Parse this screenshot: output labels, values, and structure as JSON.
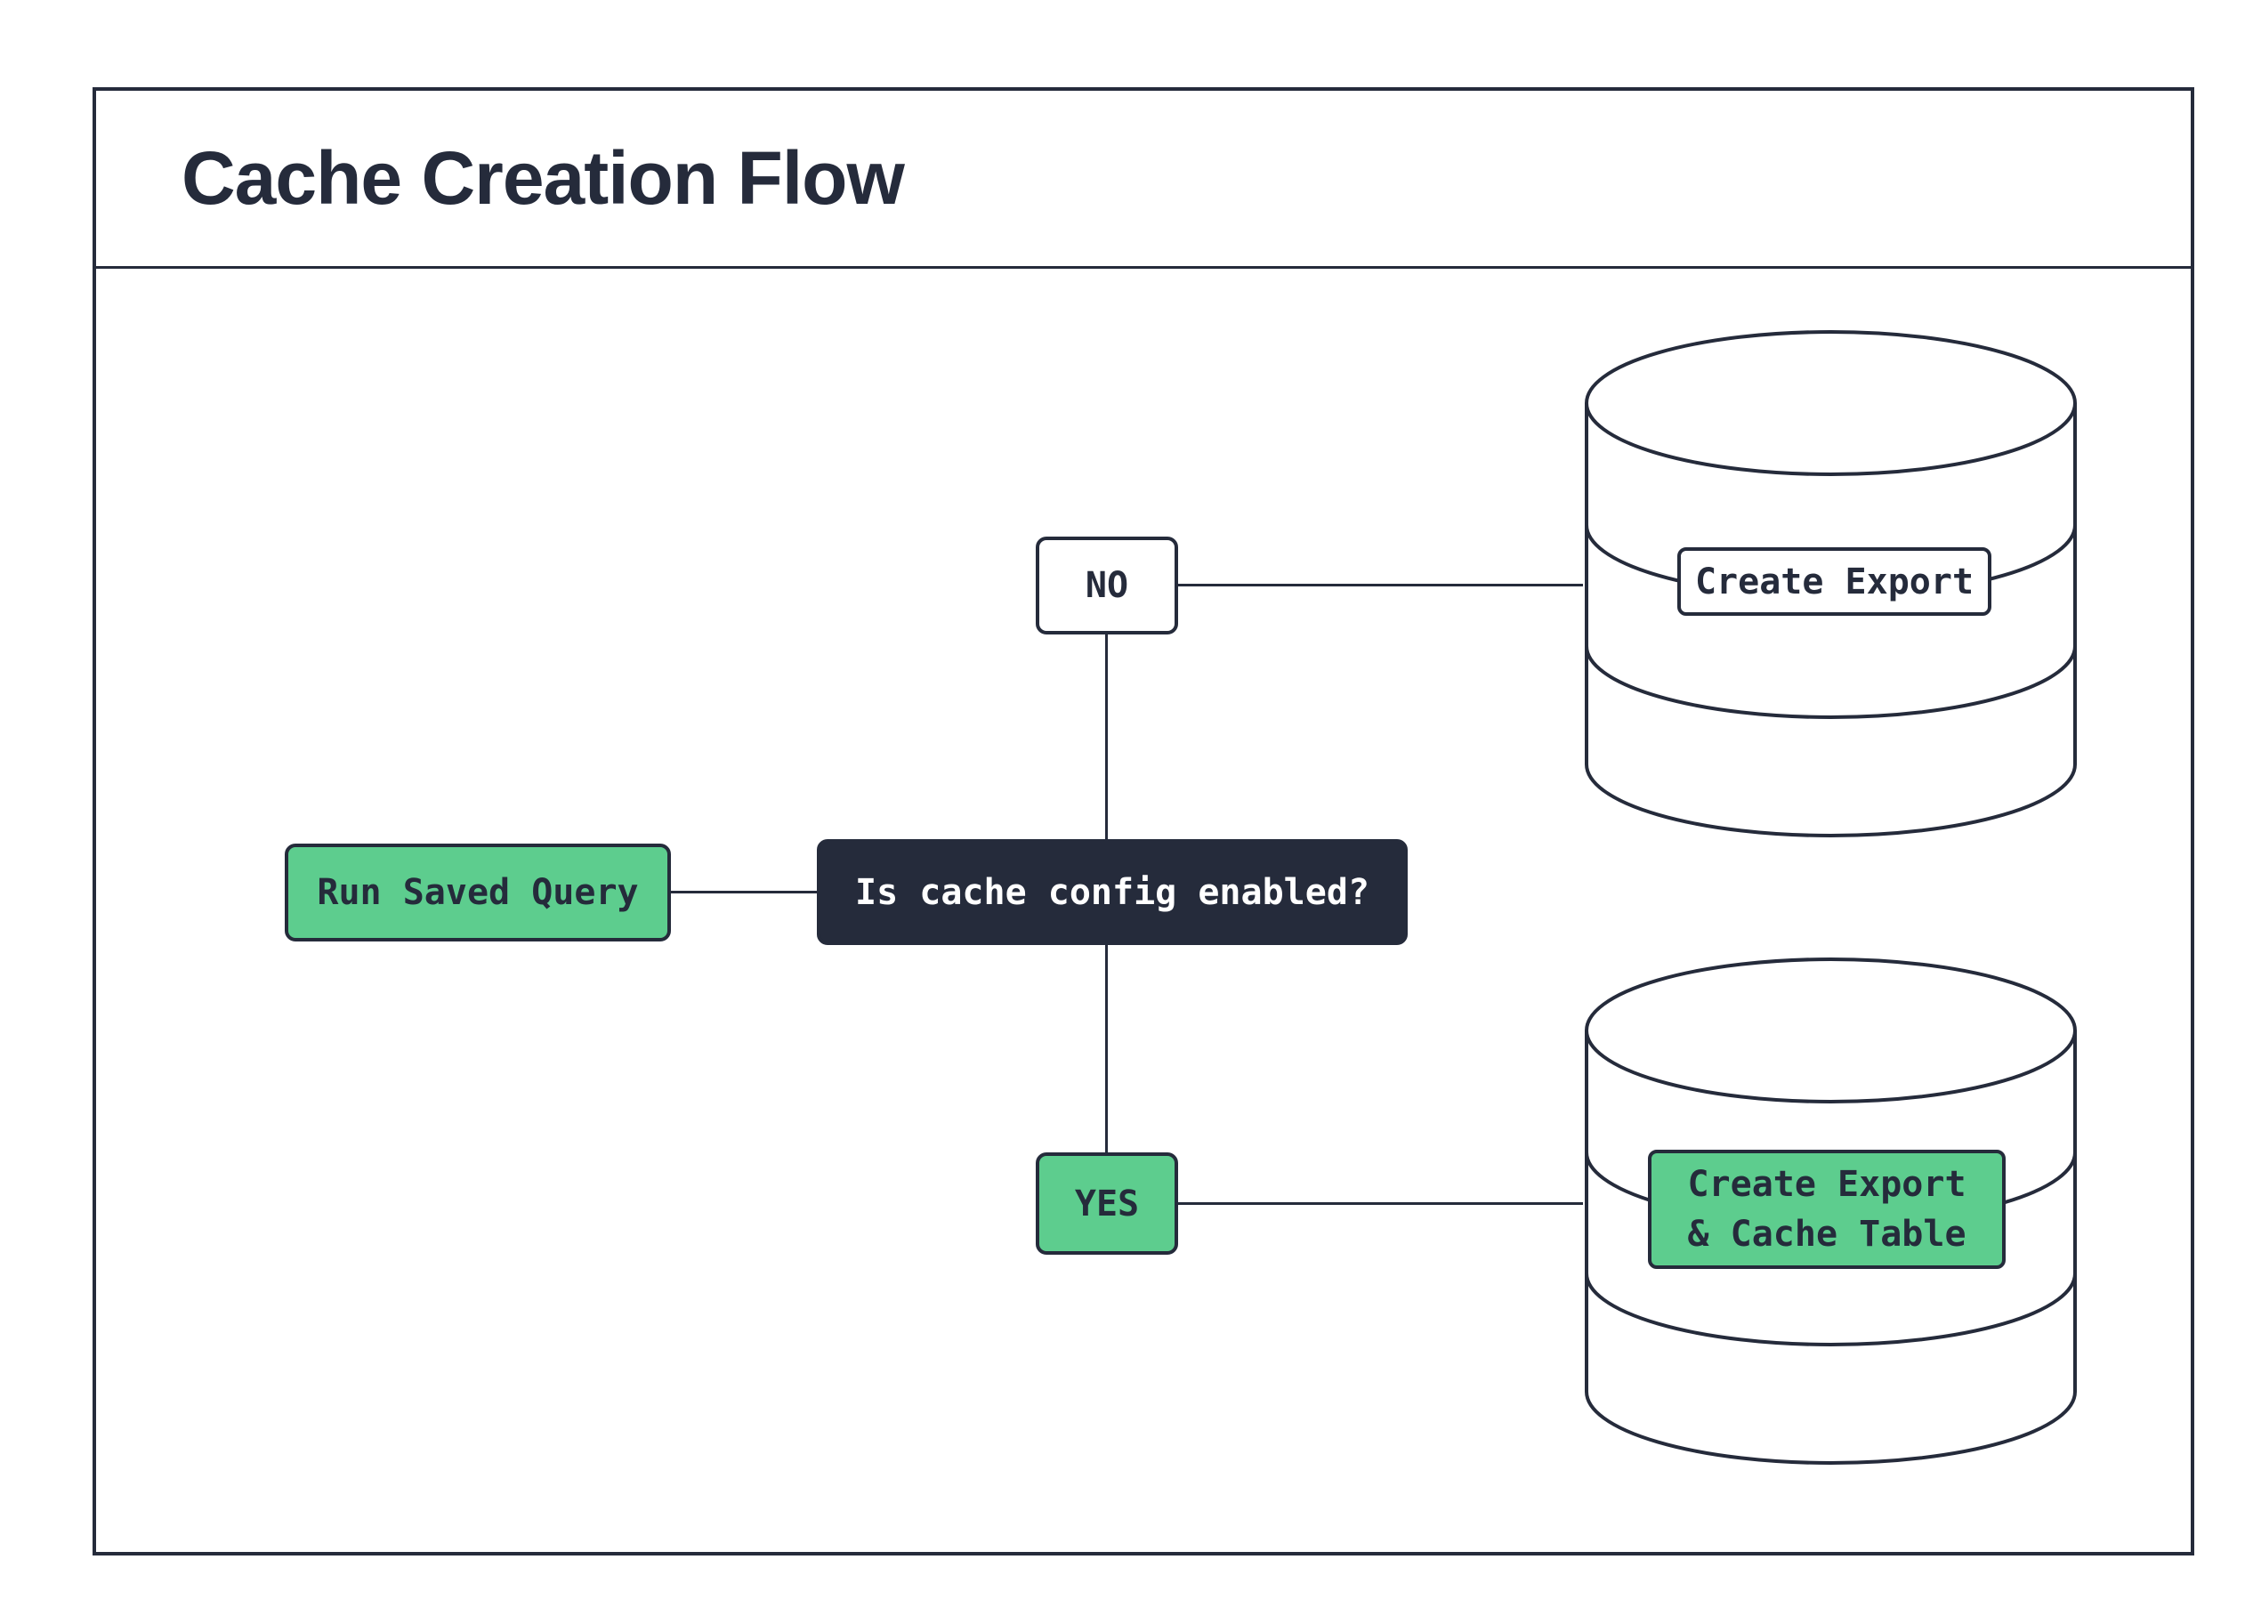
{
  "title": "Cache Creation Flow",
  "colors": {
    "dark": "#252b3b",
    "green": "#5dcd8e",
    "white": "#ffffff"
  },
  "nodes": {
    "run_saved_query": {
      "label": "Run Saved Query"
    },
    "decision": {
      "label": "Is cache config enabled?"
    },
    "no_branch": {
      "label": "NO"
    },
    "yes_branch": {
      "label": "YES"
    },
    "create_export": {
      "label": "Create Export"
    },
    "create_export_cache": {
      "line1": "Create Export",
      "line2": "& Cache Table"
    }
  },
  "icons": {
    "top_right": "database-icon",
    "bottom_right": "database-icon"
  }
}
